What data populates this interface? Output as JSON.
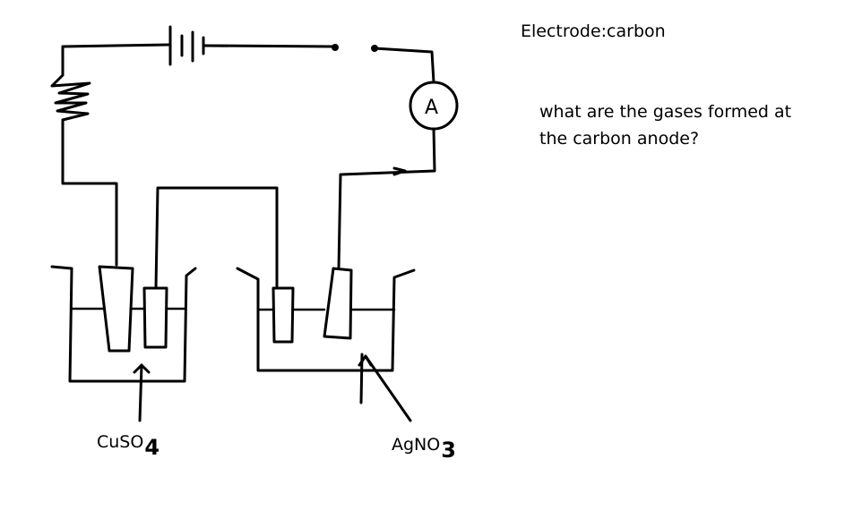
{
  "electrode_label": "Electrode:carbon",
  "question": {
    "line1": "what are the gases formed at",
    "line2": "the carbon anode?"
  },
  "ammeter_symbol": "A",
  "solutions": {
    "left": {
      "base": "CuSO",
      "subscript": "4"
    },
    "right": {
      "base": "AgNO",
      "subscript": "3"
    }
  }
}
